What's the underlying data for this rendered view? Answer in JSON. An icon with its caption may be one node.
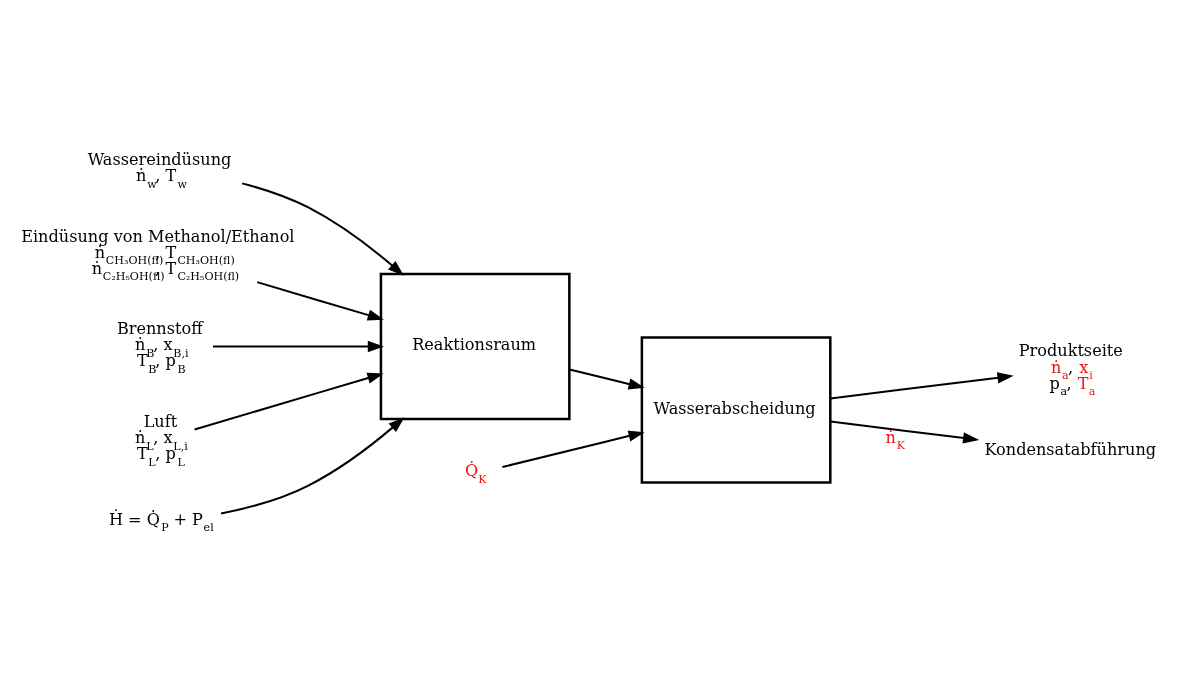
{
  "diagram": {
    "nodes": [
      {
        "text": [
          "Wassereindüsung",
          "ṅ$_{w}$, T$_{w}$"
        ]
      },
      {
        "text": [
          "Eindüsung von Methanol/Ethanol",
          "ṅ$_{CH₃OH(fl)}$, T$_{CH₃OH(fl)}$",
          "ṅ$_{C₂H₅OH(fl)}$, T$_{C₂H₅OH(fl)}$"
        ]
      },
      {
        "text": [
          "Brennstoff"
        ],
        "beside": [
          "ṅ$_{B}$, x$_{B,i}$",
          "T$_{B}$, p$_{B}$"
        ]
      },
      {
        "text": [
          "Luft"
        ],
        "beside": [
          "ṅ$_{L}$, x$_{L,i}$",
          "T$_{L}$, p$_{L}$"
        ]
      },
      {
        "text": [
          "Ḣ = Q̇$_{P}$ + P$_{el}$"
        ]
      },
      {
        "text": [
          "Reaktionsraum"
        ]
      },
      {
        "text": [
          "Wasserabscheidung"
        ]
      },
      {
        "text": [
          "Q̇$_{K}$"
        ]
      },
      {
        "text": [
          "Produktseite"
        ],
        "beside": [
          "ṅ$_{a}$, x$_{i}$",
          "p$_{a}$, T$_{a}$"
        ]
      },
      {
        "text": [
          "Kondensatabführung"
        ]
      }
    ],
    "edges": [
      {
        "from": 0,
        "to": 5,
        "arrow": "to"
      },
      {
        "from": 1,
        "to": 5,
        "arrow": "to"
      },
      {
        "from": 2,
        "to": 5,
        "arrow": "to"
      },
      {
        "from": 3,
        "to": 5,
        "arrow": "to"
      },
      {
        "from": 4,
        "to": 5,
        "arrow": "to"
      },
      {
        "from": 5,
        "to": 6,
        "arrow": "to"
      },
      {
        "from": 7,
        "to": 6,
        "arrow": "to"
      },
      {
        "from": 6,
        "to": 8,
        "arrow": "to"
      },
      {
        "from": 6,
        "to": 9,
        "arrow": "to",
        "label": "ṅ$_{K}$"
      }
    ]
  }
}
